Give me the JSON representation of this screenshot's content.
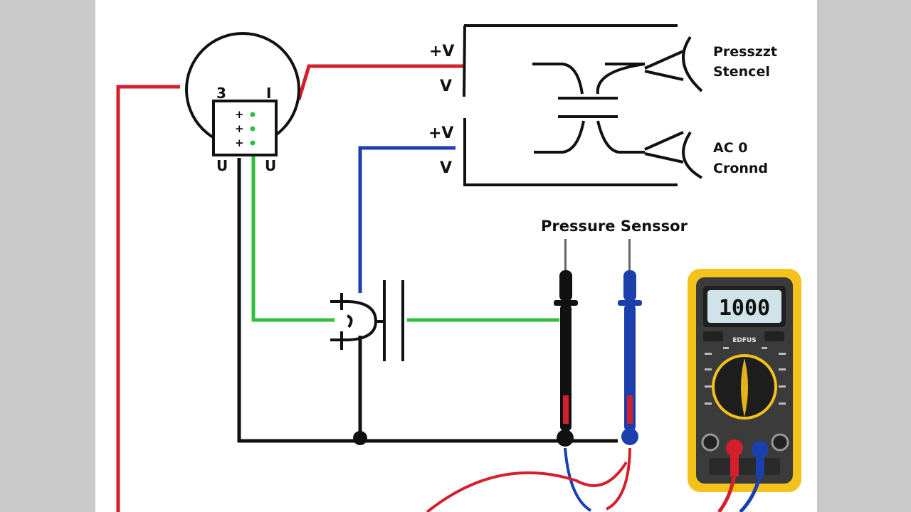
{
  "diagram": {
    "title": "Pressure Senssor",
    "relay_labels": {
      "top_plus": "+V",
      "top_minus": "V",
      "bottom_plus": "+V",
      "bottom_minus": "V"
    },
    "sensor_pins": {
      "top_left": "3",
      "top_right": "I",
      "bottom_left": "U",
      "bottom_right": "U"
    },
    "chip_marks": [
      "+",
      "+",
      "+"
    ],
    "output_labels": {
      "top_line1": "Presszzt",
      "top_line2": "Stencel",
      "bottom_line1": "AC 0",
      "bottom_line2": "Cronnd"
    },
    "multimeter": {
      "display_value": "1000",
      "brand_label": "EDFUS"
    },
    "wire_colors": {
      "power": "#d41f2c",
      "signal_blue": "#1c3fae",
      "signal_green": "#2fbf3a",
      "ground": "#111111"
    },
    "meter_colors": {
      "case": "#f3c21b",
      "body": "#3b3b3b",
      "screen": "#cfe3e8",
      "knob": "#1e1e1e",
      "pointer": "#e5b21a"
    }
  }
}
